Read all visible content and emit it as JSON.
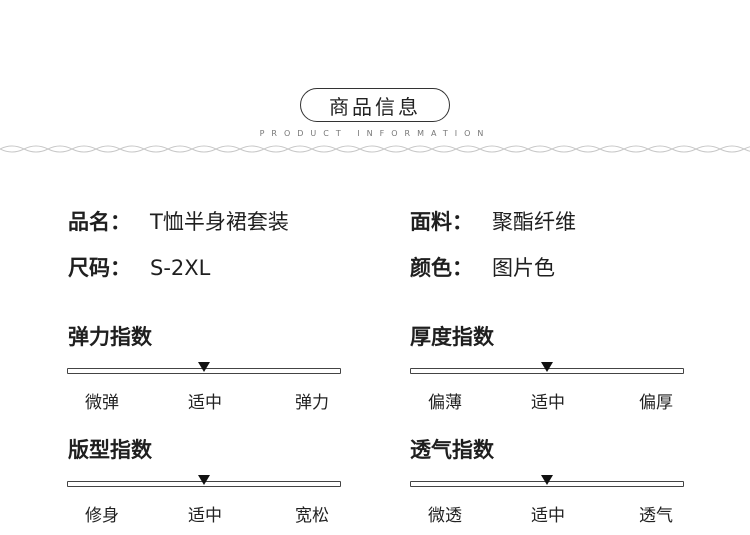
{
  "header": {
    "title": "商品信息",
    "subtitle": "PRODUCT INFORMATION"
  },
  "specs": {
    "name": {
      "label": "品名：",
      "value": "T恤半身裙套装"
    },
    "material": {
      "label": "面料：",
      "value": "聚酯纤维"
    },
    "size": {
      "label": "尺码：",
      "value": "S-2XL"
    },
    "color": {
      "label": "颜色：",
      "value": "图片色"
    }
  },
  "indices": [
    {
      "title": "弹力指数",
      "left": "微弹",
      "mid": "适中",
      "right": "弹力",
      "level": 0.5
    },
    {
      "title": "厚度指数",
      "left": "偏薄",
      "mid": "适中",
      "right": "偏厚",
      "level": 0.5
    },
    {
      "title": "版型指数",
      "left": "修身",
      "mid": "适中",
      "right": "宽松",
      "level": 0.5
    },
    {
      "title": "透气指数",
      "left": "微透",
      "mid": "适中",
      "right": "透气",
      "level": 0.5
    }
  ]
}
